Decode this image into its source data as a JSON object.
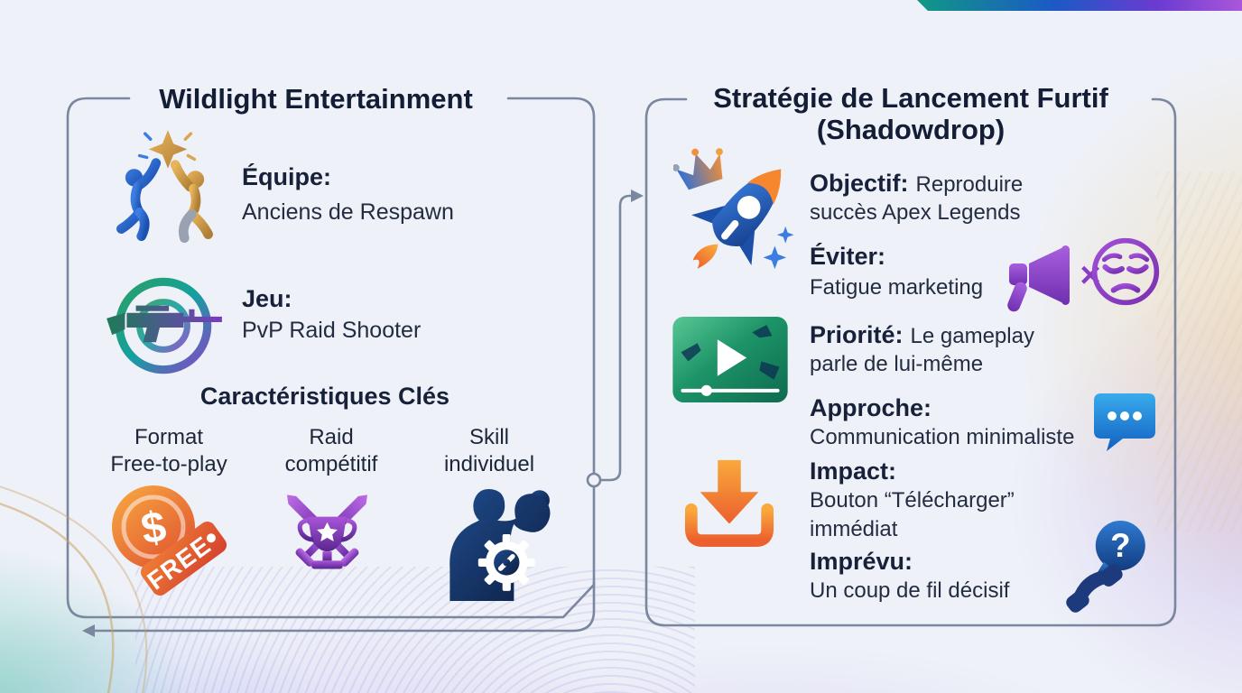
{
  "colors": {
    "background": "#eef1f8",
    "panel_border": "#7a879e",
    "heading_text": "#18213a",
    "body_text": "#232c40",
    "ribbon_gradient": [
      "#0fa07d",
      "#1c59c6",
      "#6b3bd0",
      "#a957da"
    ],
    "orange_accent": "#ee6430",
    "purple_accent": "#8a3cc2",
    "blue_accent": "#2f6fd8",
    "green_accent": "#1d9468",
    "navy_accent": "#1d3a7c"
  },
  "left_panel": {
    "title": "Wildlight Entertainment",
    "equipe": {
      "icon": "team-highfive-icon",
      "label": "Équipe:",
      "value": "Anciens de Respawn"
    },
    "jeu": {
      "icon": "crosshair-rifle-icon",
      "label": "Jeu:",
      "value": "PvP Raid Shooter"
    },
    "characteristics": {
      "title": "Caractéristiques Clés",
      "col1": {
        "line1": "Format",
        "line2": "Free-to-play",
        "icon": "free-price-tag-icon",
        "coin_symbol": "$",
        "tag_text": "FREE"
      },
      "col2": {
        "line1": "Raid",
        "line2": "compétitif",
        "icon": "crossed-swords-trophy-icon"
      },
      "col3": {
        "line1": "Skill",
        "line2": "individuel",
        "icon": "muscle-gear-icon"
      }
    }
  },
  "right_panel": {
    "title_line1": "Stratégie de Lancement Furtif",
    "title_line2": "(Shadowdrop)",
    "objectif": {
      "icon": "rocket-crown-icon",
      "label": "Objectif:",
      "value_inline": "Reproduire",
      "value_line2": "succès Apex Legends"
    },
    "eviter": {
      "label": "Éviter:",
      "value": "Fatigue marketing",
      "x_mark": "×",
      "icons": [
        "megaphone-icon",
        "weary-face-icon"
      ]
    },
    "priorite": {
      "icon": "video-player-icon",
      "label": "Priorité:",
      "value_inline": "Le gameplay",
      "value_line2": "parle de lui-même"
    },
    "approche": {
      "icon": "chat-bubble-icon",
      "label": "Approche:",
      "value": "Communication minimaliste"
    },
    "impact": {
      "icon": "download-icon",
      "label": "Impact:",
      "value_line1": "Bouton “Télécharger”",
      "value_line2": "immédiat"
    },
    "imprevu": {
      "icon": "phone-question-icon",
      "label": "Imprévu:",
      "value": "Un coup de fil décisif",
      "bubble_mark": "?"
    }
  }
}
